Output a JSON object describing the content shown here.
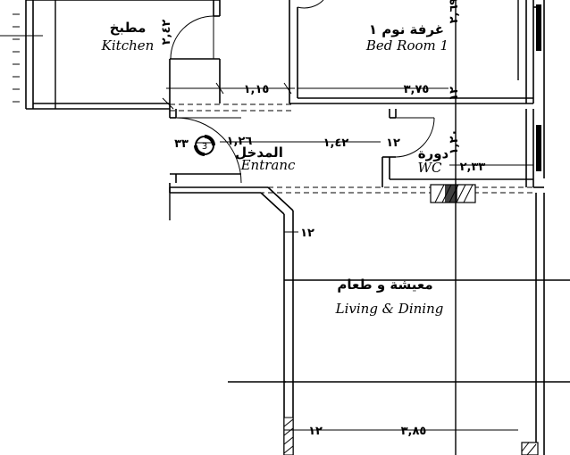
{
  "rooms": {
    "kitchen": {
      "ar": "مطبخ",
      "en": "Kitchen"
    },
    "bedroom": {
      "ar": "غرفة نوم ١",
      "en": "Bed Room 1"
    },
    "entrance": {
      "ar": "المدخل",
      "en": "Entranc"
    },
    "wc": {
      "ar": "دورة",
      "en": "WC"
    },
    "living": {
      "ar": "معيشة و طعام",
      "en": "Living & Dining"
    }
  },
  "dimensions": {
    "kitchen_door": "٢,٤٢",
    "top_right": "٢,٦٩",
    "kitchen_w": "١,١٥",
    "bedroom_w": "٣,٧٥",
    "wall_r1": "١٢",
    "entrance_l": "٣٣",
    "entrance_w": "١,٢٦",
    "entrance_mid": "١,٤٢",
    "wc_wall": "١٢",
    "wc_h": "١,٢٠",
    "wc_w": "٢,٣٣",
    "living_wall": "١٢",
    "bottom_wall": "١٢",
    "living_w": "٣,٨٥"
  },
  "marker": {
    "number": "3"
  }
}
